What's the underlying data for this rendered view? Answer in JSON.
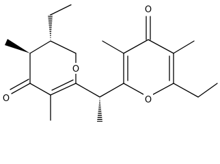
{
  "atoms": {
    "ring_a_oxygen": "O",
    "ring_a_carbonyl_oxygen": "O",
    "ring_b_oxygen": "O",
    "ring_b_carbonyl_oxygen": "O"
  },
  "colors": {
    "bond": "#000000",
    "background": "#ffffff"
  }
}
